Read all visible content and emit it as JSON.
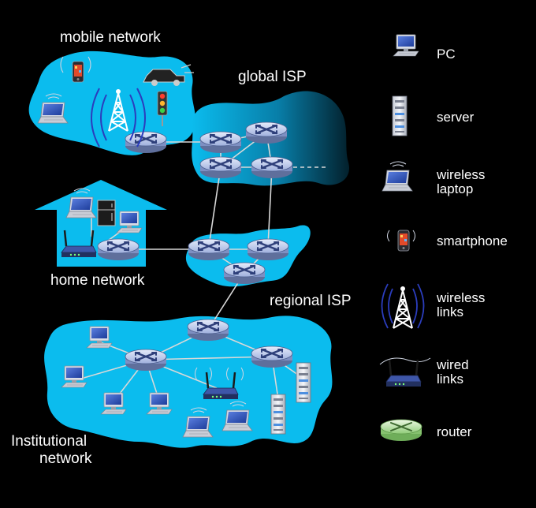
{
  "labels": {
    "mobile_network": "mobile network",
    "global_isp": "global ISP",
    "home_network": "home network",
    "regional_isp": "regional ISP",
    "institutional_line1": "Institutional",
    "institutional_line2": "network"
  },
  "legend": [
    {
      "icon": "pc-icon",
      "lines": [
        "PC"
      ]
    },
    {
      "icon": "server-icon",
      "lines": [
        "server"
      ]
    },
    {
      "icon": "wireless-laptop-icon",
      "lines": [
        "wireless",
        "laptop"
      ]
    },
    {
      "icon": "smartphone-icon",
      "lines": [
        "smartphone"
      ]
    },
    {
      "icon": "wireless-links-icon",
      "lines": [
        "wireless",
        "links"
      ]
    },
    {
      "icon": "wired-links-icon",
      "lines": [
        "wired",
        "links"
      ]
    },
    {
      "icon": "router-icon",
      "lines": [
        "router"
      ]
    }
  ],
  "colors": {
    "background": "#000000",
    "network_cloud": "#0bbcee",
    "router_body": "#9fb0dd",
    "router_legend": "#9ed88a",
    "link": "#d8d8d8",
    "text": "#ffffff"
  }
}
